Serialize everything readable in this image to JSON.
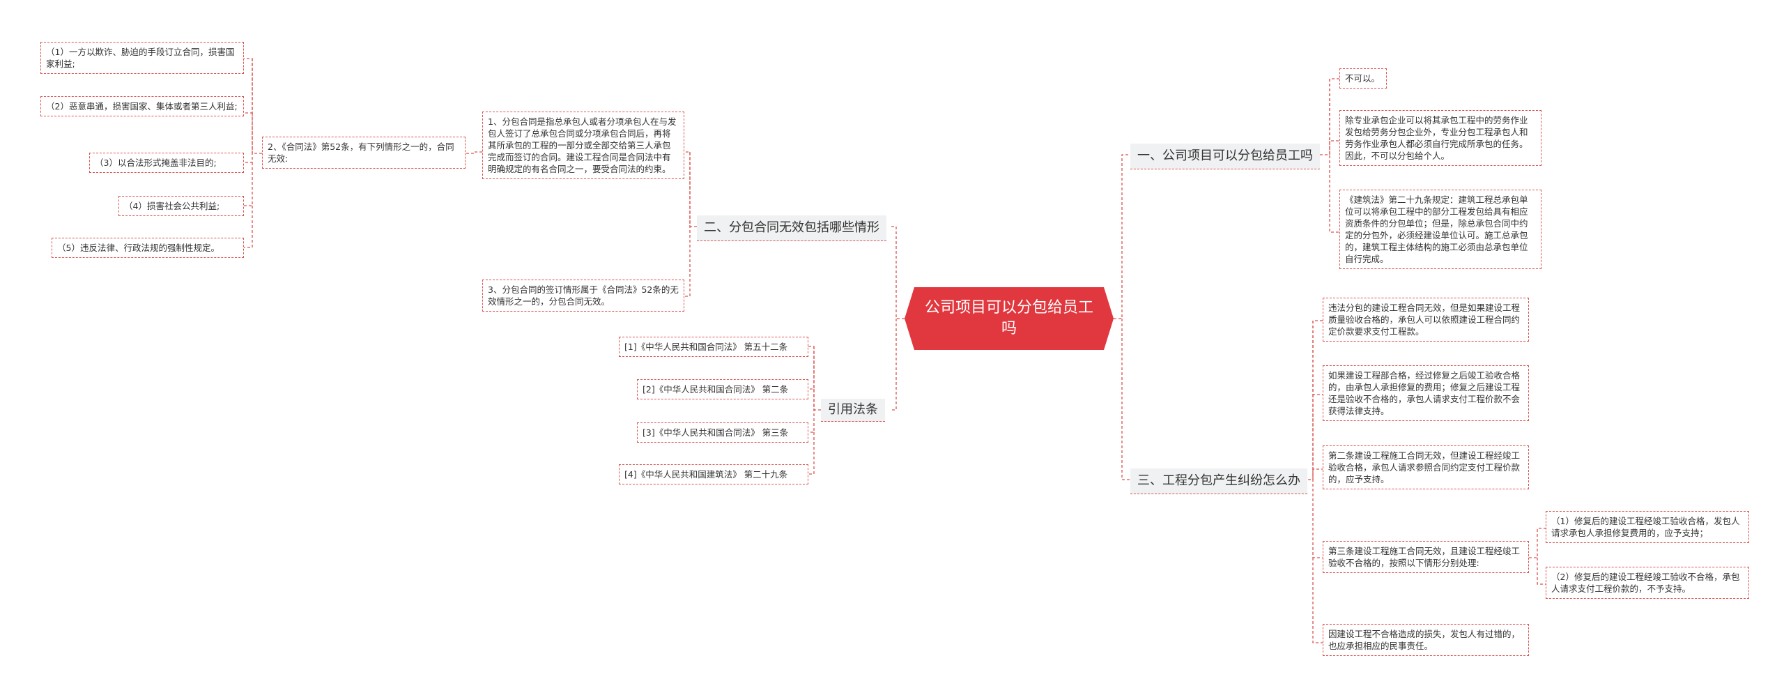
{
  "root": {
    "title": "公司项目可以分包给员工吗"
  },
  "colors": {
    "root_fill": "#e0383e",
    "line": "#d9534f",
    "branch_bg": "#f0f1f2"
  },
  "branches": {
    "b1": {
      "title": "一、公司项目可以分包给员工吗",
      "children": [
        "不可以。",
        "除专业承包企业可以将其承包工程中的劳务作业发包给劳务分包企业外，专业分包工程承包人和劳务作业承包人都必须自行完成所承包的任务。因此，不可以分包给个人。",
        "《建筑法》第二十九条规定：建筑工程总承包单位可以将承包工程中的部分工程发包给具有相应资质条件的分包单位；但是，除总承包合同中约定的分包外，必须经建设单位认可。施工总承包的，建筑工程主体结构的施工必须由总承包单位自行完成。"
      ]
    },
    "b2": {
      "title": "二、分包合同无效包括哪些情形",
      "item1": "1、分包合同是指总承包人或者分项承包人在与发包人签订了总承包合同或分项承包合同后，再将其所承包的工程的一部分或全部交给第三人承包完成而签订的合同。建设工程合同是合同法中有明确规定的有名合同之一，要受合同法的约束。",
      "item2": "2、《合同法》第52条，有下列情形之一的，合同无效:",
      "item2_children": [
        "（1）一方以欺诈、胁迫的手段订立合同，损害国家利益;",
        "（2）恶意串通，损害国家、集体或者第三人利益;",
        "（3）以合法形式掩盖非法目的;",
        "（4）损害社会公共利益;",
        "（5）违反法律、行政法规的强制性规定。"
      ],
      "item3": "3、分包合同的签订情形属于《合同法》52条的无效情形之一的，分包合同无效。"
    },
    "b3": {
      "title": "引用法条",
      "children": [
        "[1]《中华人民共和国合同法》 第五十二条",
        "[2]《中华人民共和国合同法》 第二条",
        "[3]《中华人民共和国合同法》 第三条",
        "[4]《中华人民共和国建筑法》 第二十九条"
      ]
    },
    "b4": {
      "title": "三、工程分包产生纠纷怎么办",
      "children": [
        "违法分包的建设工程合同无效，但是如果建设工程质量验收合格的，承包人可以依照建设工程合同约定价款要求支付工程款。",
        "如果建设工程部合格，经过修复之后竣工验收合格的，由承包人承担修复的费用；修复之后建设工程还是验收不合格的，承包人请求支付工程价款不会获得法律支持。",
        "第二条建设工程施工合同无效，但建设工程经竣工验收合格，承包人请求参照合同约定支付工程价款的，应予支持。",
        "第三条建设工程施工合同无效，且建设工程经竣工验收不合格的，按照以下情形分别处理:",
        "因建设工程不合格造成的损失，发包人有过错的，也应承担相应的民事责任。"
      ],
      "sub_children": [
        "（1）修复后的建设工程经竣工验收合格，发包人请求承包人承担修复费用的，应予支持；",
        "（2）修复后的建设工程经竣工验收不合格，承包人请求支付工程价款的，不予支持。"
      ]
    }
  }
}
